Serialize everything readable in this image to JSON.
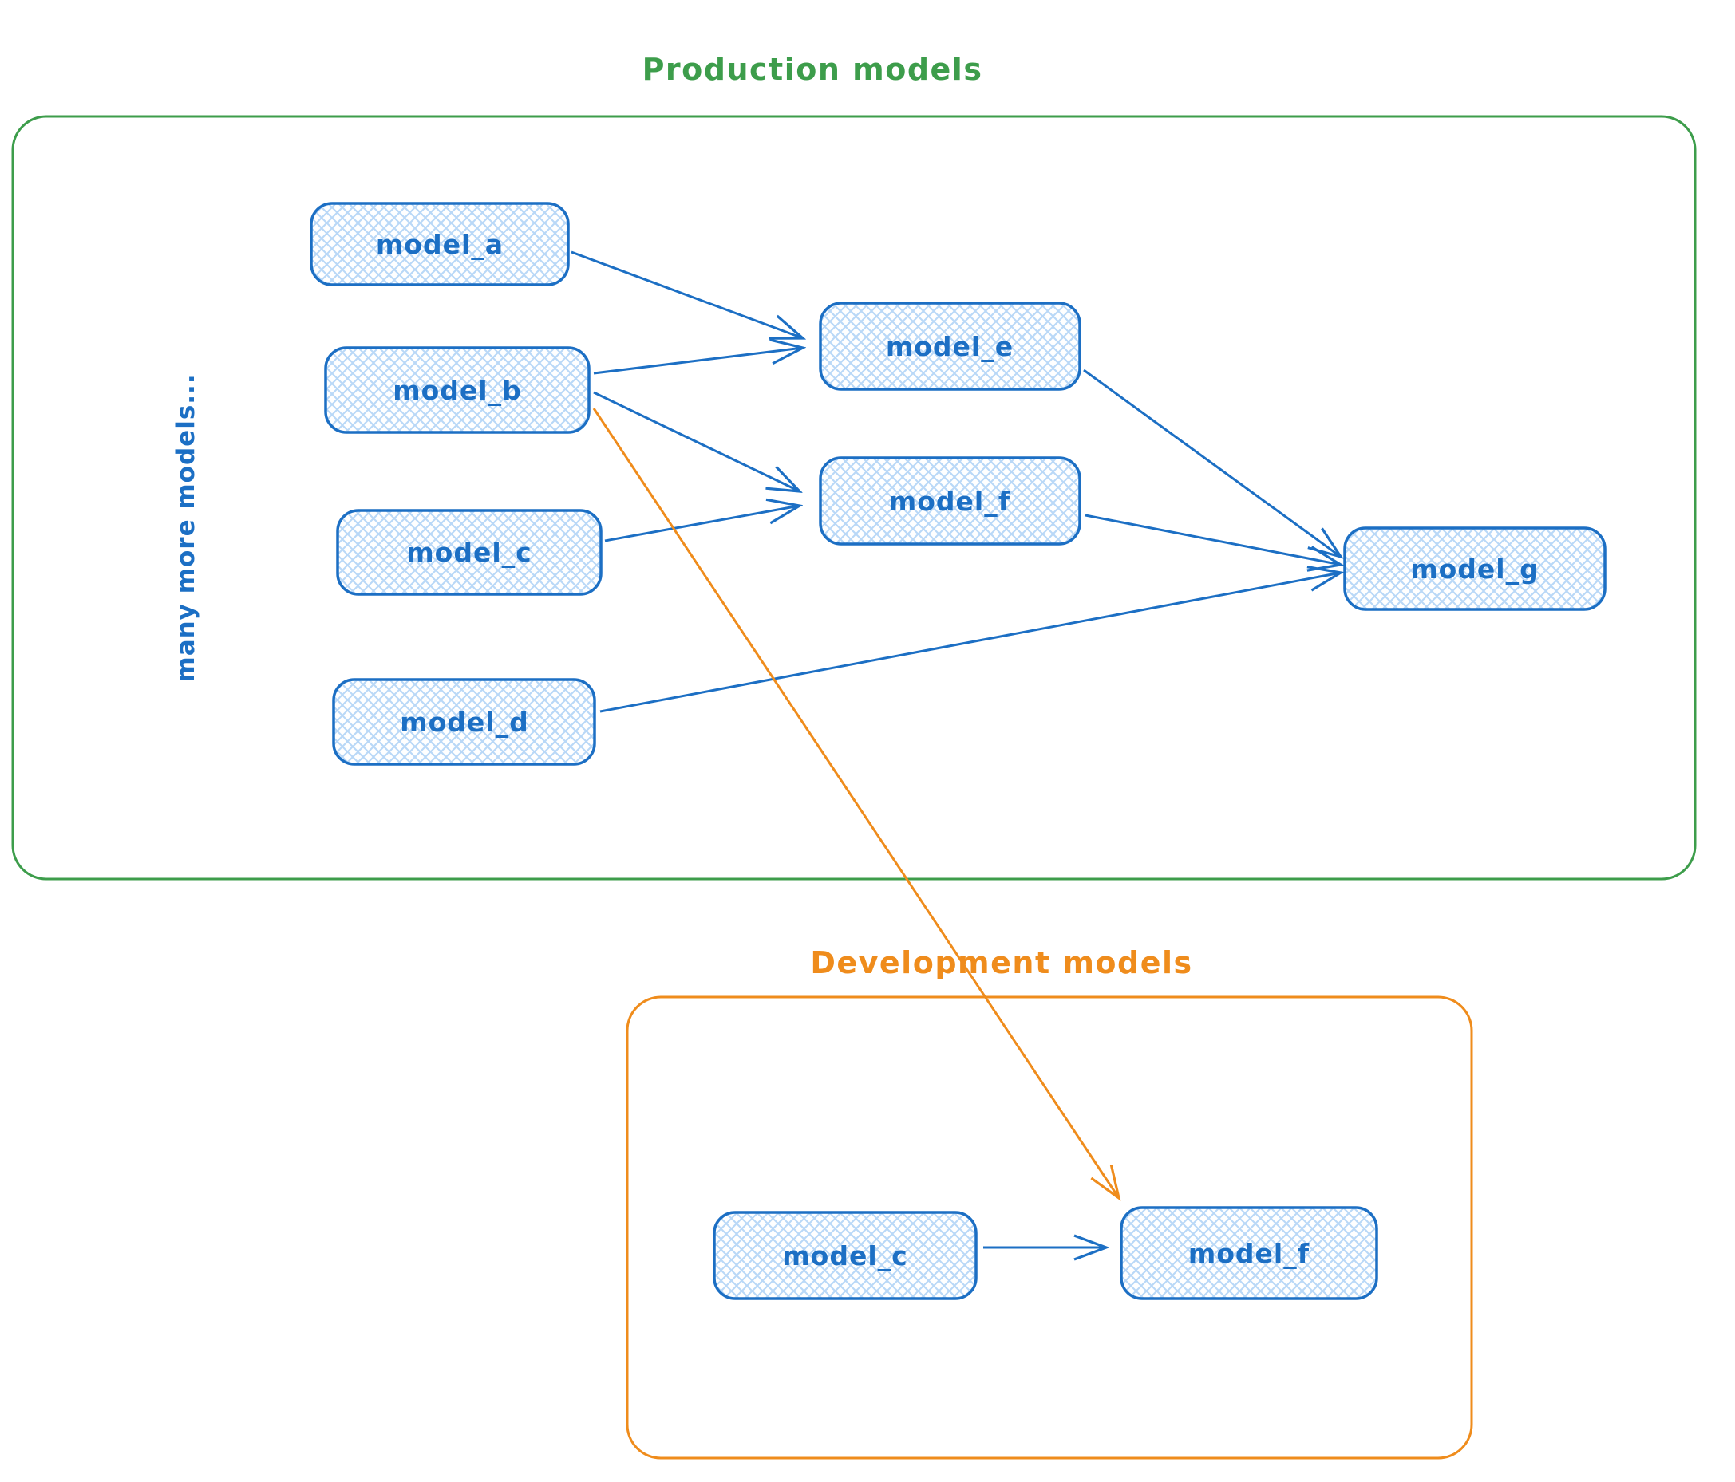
{
  "colors": {
    "blue": "#1c6fc4",
    "blue_fill": "#b9d8f7",
    "green": "#3d9d4b",
    "orange": "#ef8c1c"
  },
  "production": {
    "title": "Production models",
    "side_label": "many more models...",
    "nodes": {
      "a": {
        "label": "model_a"
      },
      "b": {
        "label": "model_b"
      },
      "c": {
        "label": "model_c"
      },
      "d": {
        "label": "model_d"
      },
      "e": {
        "label": "model_e"
      },
      "f": {
        "label": "model_f"
      },
      "g": {
        "label": "model_g"
      }
    }
  },
  "development": {
    "title": "Development models",
    "nodes": {
      "c": {
        "label": "model_c"
      },
      "f": {
        "label": "model_f"
      }
    }
  },
  "edges": [
    {
      "from": "model_a",
      "to": "model_e",
      "color": "blue"
    },
    {
      "from": "model_b",
      "to": "model_e",
      "color": "blue"
    },
    {
      "from": "model_b",
      "to": "model_f",
      "color": "blue"
    },
    {
      "from": "model_c",
      "to": "model_f",
      "color": "blue"
    },
    {
      "from": "model_e",
      "to": "model_g",
      "color": "blue"
    },
    {
      "from": "model_f",
      "to": "model_g",
      "color": "blue"
    },
    {
      "from": "model_d",
      "to": "model_g",
      "color": "blue"
    },
    {
      "from": "production model_b",
      "to": "development model_f",
      "color": "orange"
    },
    {
      "from": "development model_c",
      "to": "development model_f",
      "color": "blue"
    }
  ]
}
